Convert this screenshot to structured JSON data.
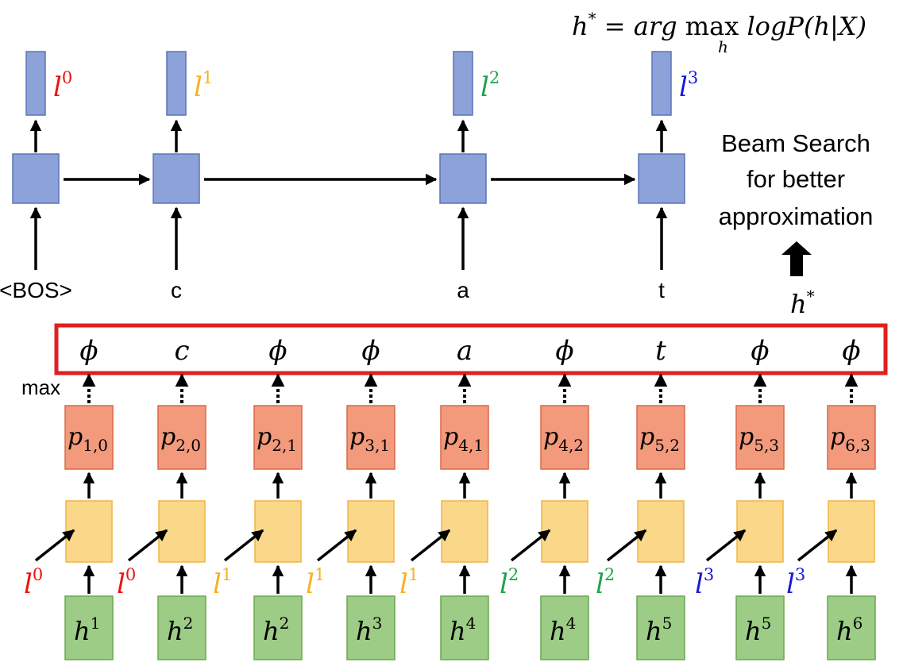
{
  "colors": {
    "red": "#ee1111",
    "orange": "#f6b221",
    "green": "#1fa24a",
    "blue": "#1919dd",
    "rnn_fill": "#8da2d9",
    "rnn_stroke": "#5b73b8",
    "attn_fill": "#fbd78a",
    "attn_stroke": "#f0b545",
    "prob_fill": "#f39a7c",
    "prob_stroke": "#d8694a",
    "enc_fill": "#9ccc85",
    "enc_stroke": "#6aa84f",
    "frame": "#e02020"
  },
  "formula": {
    "lhs": "h",
    "lhs_sup": "*",
    "eq": " = ",
    "arg": "arg ",
    "max": "max",
    "max_sub": "h",
    "rhs": " logP(h|X)"
  },
  "beam_note": {
    "lines": [
      "Beam Search",
      "for better",
      "approximation"
    ]
  },
  "hstar": {
    "base": "h",
    "sup": "*"
  },
  "max_label": "max",
  "decoder": [
    {
      "input": "<BOS>",
      "out_base": "l",
      "out_sup": "0",
      "color": "red"
    },
    {
      "input": "c",
      "out_base": "l",
      "out_sup": "1",
      "color": "orange"
    },
    {
      "input": "a",
      "out_base": "l",
      "out_sup": "2",
      "color": "green"
    },
    {
      "input": "t",
      "out_base": "l",
      "out_sup": "3",
      "color": "blue"
    }
  ],
  "path": [
    "ϕ",
    "c",
    "ϕ",
    "ϕ",
    "a",
    "ϕ",
    "t",
    "ϕ",
    "ϕ"
  ],
  "columns": [
    {
      "p": "p",
      "p_sub": "1,0",
      "l_base": "l",
      "l_sup": "0",
      "l_color": "red",
      "h_base": "h",
      "h_sup": "1"
    },
    {
      "p": "p",
      "p_sub": "2,0",
      "l_base": "l",
      "l_sup": "0",
      "l_color": "red",
      "h_base": "h",
      "h_sup": "2"
    },
    {
      "p": "p",
      "p_sub": "2,1",
      "l_base": "l",
      "l_sup": "1",
      "l_color": "orange",
      "h_base": "h",
      "h_sup": "2"
    },
    {
      "p": "p",
      "p_sub": "3,1",
      "l_base": "l",
      "l_sup": "1",
      "l_color": "orange",
      "h_base": "h",
      "h_sup": "3"
    },
    {
      "p": "p",
      "p_sub": "4,1",
      "l_base": "l",
      "l_sup": "1",
      "l_color": "orange",
      "h_base": "h",
      "h_sup": "4"
    },
    {
      "p": "p",
      "p_sub": "4,2",
      "l_base": "l",
      "l_sup": "2",
      "l_color": "green",
      "h_base": "h",
      "h_sup": "4"
    },
    {
      "p": "p",
      "p_sub": "5,2",
      "l_base": "l",
      "l_sup": "2",
      "l_color": "green",
      "h_base": "h",
      "h_sup": "5"
    },
    {
      "p": "p",
      "p_sub": "5,3",
      "l_base": "l",
      "l_sup": "3",
      "l_color": "blue",
      "h_base": "h",
      "h_sup": "5"
    },
    {
      "p": "p",
      "p_sub": "6,3",
      "l_base": "l",
      "l_sup": "3",
      "l_color": "blue",
      "h_base": "h",
      "h_sup": "6"
    }
  ]
}
